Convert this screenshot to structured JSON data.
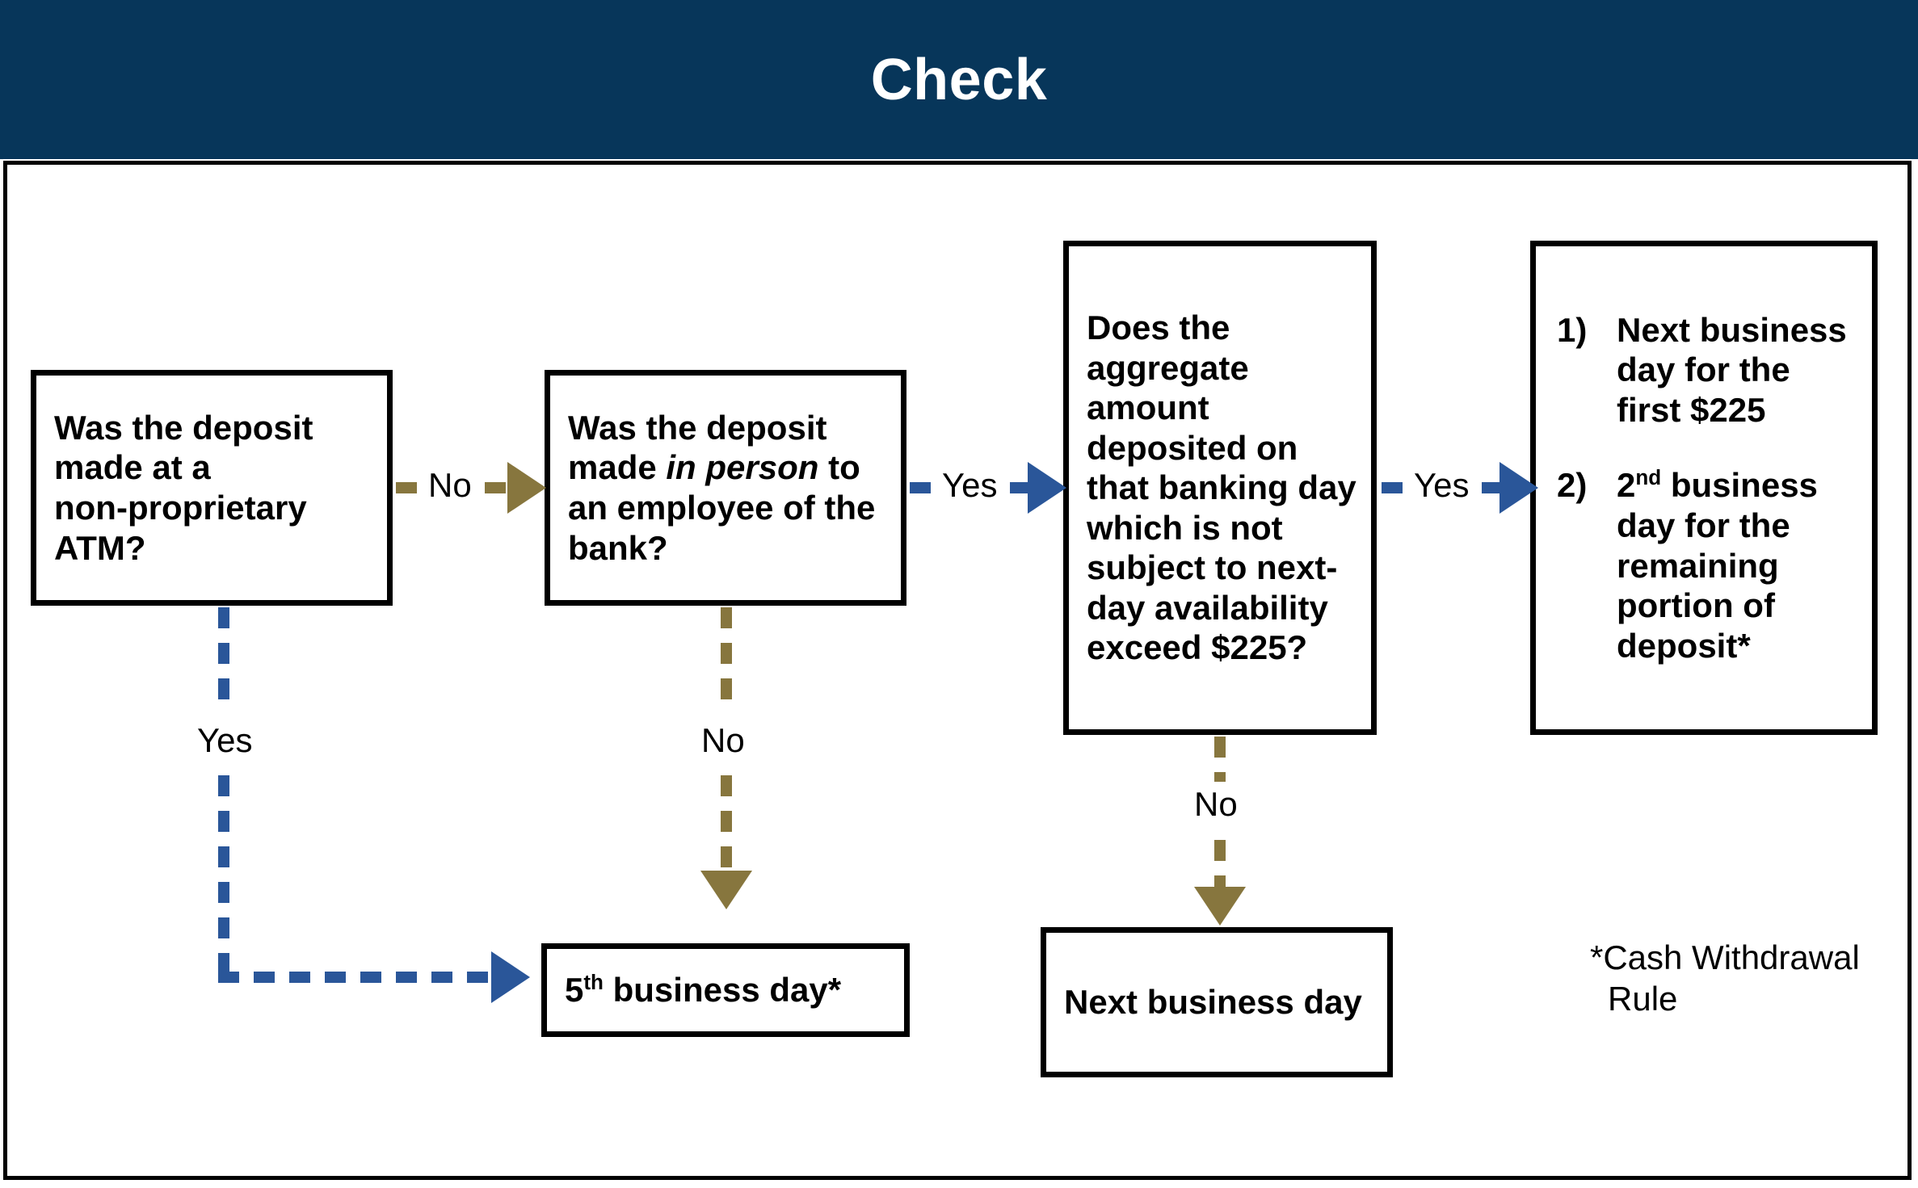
{
  "header": {
    "title": "Check",
    "background_color": "#07365a",
    "title_color": "#ffffff"
  },
  "colors": {
    "yes_path": "#2a5699",
    "no_path": "#87763e",
    "box_border": "#000000",
    "box_fill": "#ffffff"
  },
  "nodes": {
    "atm": {
      "id": "was-deposit-at-non-proprietary-atm",
      "text_line_1": "Was the deposit",
      "text_line_2": "made at a",
      "text_line_3": "non-proprietary",
      "text_line_4": "ATM?"
    },
    "in_person": {
      "id": "was-deposit-in-person-to-employee",
      "text_before": "Was the deposit made ",
      "text_italic": "in person",
      "text_after": " to an employee of the bank?"
    },
    "aggregate": {
      "id": "does-aggregate-exceed-225",
      "text": "Does the aggregate amount deposited on that banking day which is not subject to next-day availability exceed $225?"
    },
    "results": {
      "id": "availability-results",
      "items": [
        {
          "number": "1)",
          "text": "Next business day for the first $225"
        },
        {
          "number": "2)",
          "text_prefix": "2",
          "text_superscript": "nd",
          "text_rest": " business day for the remaining portion of deposit*"
        }
      ]
    },
    "fifth_business_day": {
      "id": "fifth-business-day",
      "text_prefix": "5",
      "text_superscript": "th",
      "text_rest": " business day*"
    },
    "next_business_day": {
      "id": "next-business-day",
      "text": "Next business day"
    }
  },
  "edges": {
    "atm_no": {
      "label": "No",
      "color": "#87763e",
      "from": "atm",
      "to": "in_person"
    },
    "atm_yes": {
      "label": "Yes",
      "color": "#2a5699",
      "from": "atm",
      "to": "fifth_business_day"
    },
    "in_person_yes": {
      "label": "Yes",
      "color": "#2a5699",
      "from": "in_person",
      "to": "aggregate"
    },
    "in_person_no": {
      "label": "No",
      "color": "#87763e",
      "from": "in_person",
      "to": "fifth_business_day"
    },
    "aggregate_yes": {
      "label": "Yes",
      "color": "#2a5699",
      "from": "aggregate",
      "to": "results"
    },
    "aggregate_no": {
      "label": "No",
      "color": "#87763e",
      "from": "aggregate",
      "to": "next_business_day"
    }
  },
  "footnote": {
    "text": "*Cash Withdrawal Rule"
  }
}
